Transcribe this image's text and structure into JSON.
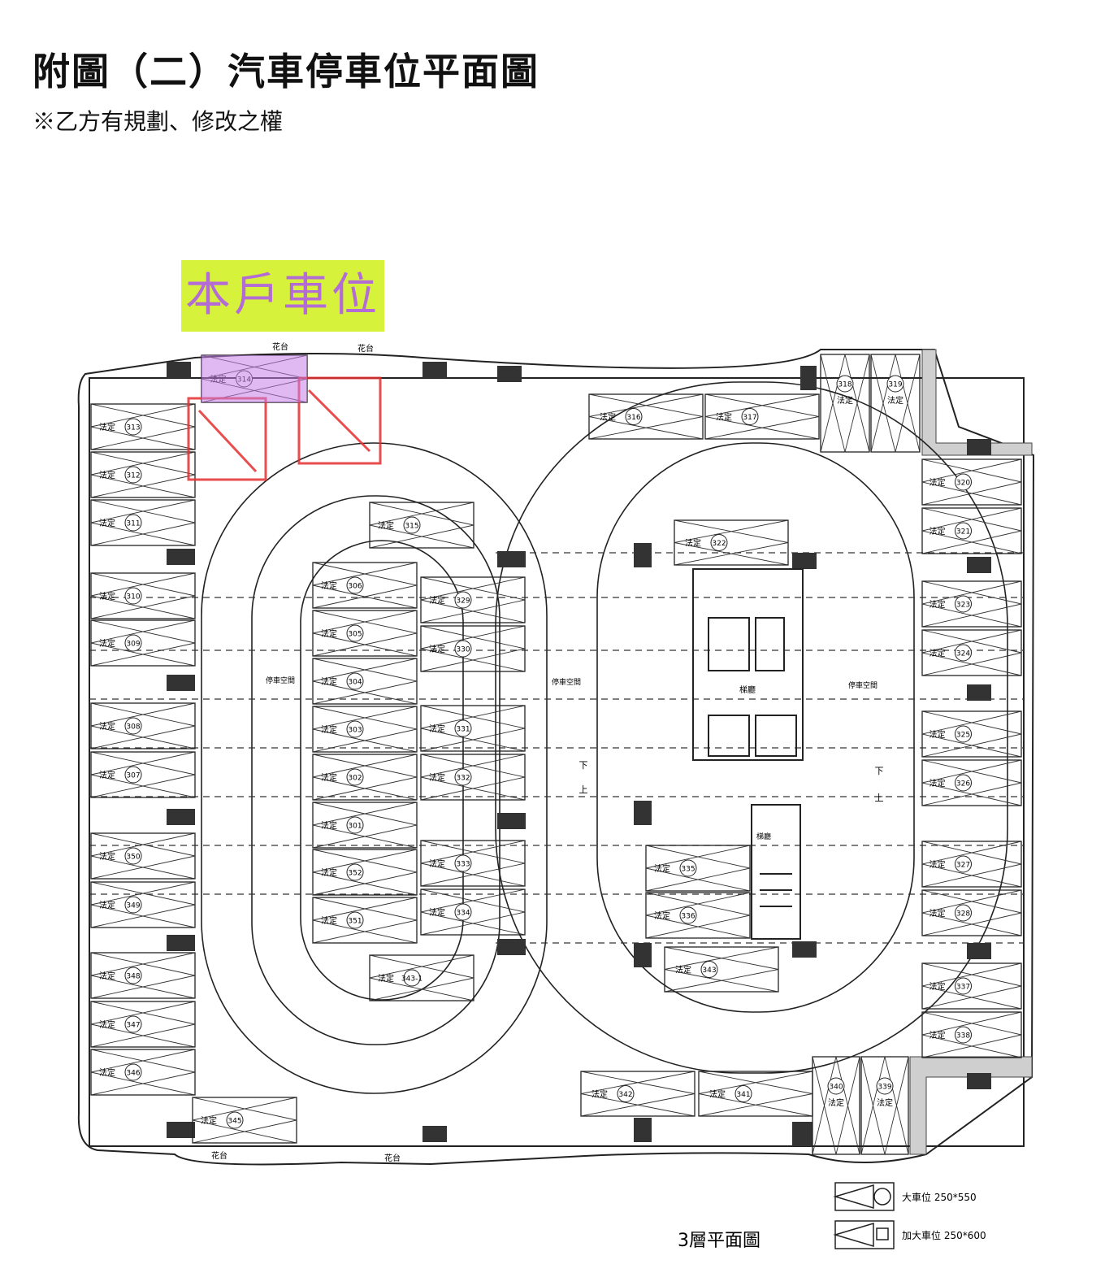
{
  "document": {
    "title": "附圖（二）汽車停車位平面圖",
    "note": "※乙方有規劃、修改之權"
  },
  "highlight": {
    "label": "本戶車位",
    "spot": "314"
  },
  "labels": {
    "legal": "法定",
    "parking_area": "停車空間",
    "flower_bed": "花台",
    "stair": "梯廳",
    "elevator_hall": "梯廳",
    "down": "下",
    "up": "上",
    "floor_plan": "3層平面圖"
  },
  "legend": [
    {
      "label": "大車位 250*550",
      "shape": "circle"
    },
    {
      "label": "加大車位 250*600",
      "shape": "square"
    }
  ],
  "colors": {
    "highlight_bg": "#d7f23a",
    "highlight_text": "#b36bd6",
    "selected_spot": "#c77de8",
    "seal_red": "#e53030",
    "ink": "#222222"
  },
  "spots": {
    "left_col": [
      "313",
      "312",
      "311",
      "310",
      "309",
      "308",
      "307",
      "350",
      "349",
      "348",
      "347",
      "346"
    ],
    "top_row": [
      "314",
      "316",
      "317"
    ],
    "top_right": [
      "318",
      "319"
    ],
    "right_col": [
      "320",
      "321",
      "323",
      "324",
      "325",
      "326",
      "327",
      "328",
      "337",
      "338"
    ],
    "island_left": [
      "306",
      "305",
      "304",
      "303",
      "302",
      "301",
      "352",
      "351"
    ],
    "island_right": [
      "329",
      "330",
      "331",
      "332",
      "333",
      "334"
    ],
    "inner": [
      "315",
      "322",
      "335",
      "336",
      "343",
      "343-1",
      "342",
      "341",
      "345"
    ],
    "bottom_right": [
      "340",
      "339"
    ]
  }
}
